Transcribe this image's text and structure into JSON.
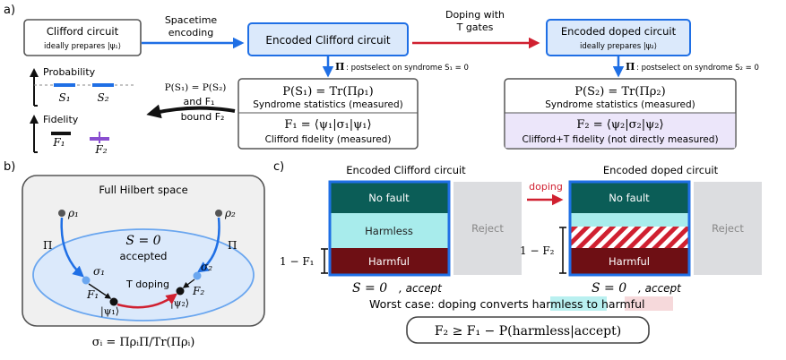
{
  "panel_a": {
    "label": "a)",
    "clifford_circuit": {
      "title": "Clifford circuit",
      "subtitle": "ideally prepares |ψ₁⟩"
    },
    "arrow_spacetime": {
      "line1": "Spacetime",
      "line2": "encoding"
    },
    "encoded_clifford": {
      "title": "Encoded Clifford circuit"
    },
    "arrow_doping": {
      "line1": "Doping with",
      "line2": "T gates"
    },
    "encoded_doped": {
      "title": "Encoded doped circuit",
      "subtitle": "ideally prepares |ψ₂⟩"
    },
    "postselect1": {
      "pi": "Π",
      "text": ": postselect on syndrome S₁ = 0"
    },
    "postselect2": {
      "pi": "Π",
      "text": ": postselect on syndrome S₂ = 0"
    },
    "box_left": {
      "eq1": "P(S₁) = Tr(Πρ₁)",
      "label1": "Syndrome statistics (measured)",
      "eq2": "F₁ = ⟨ψ₁|σ₁|ψ₁⟩",
      "label2": "Clifford fidelity (measured)"
    },
    "box_right": {
      "eq1": "P(S₂) = Tr(Πρ₂)",
      "label1": "Syndrome statistics (measured)",
      "eq2": "F₂ = ⟨ψ₂|σ₂|ψ₂⟩",
      "label2": "Clifford+T fidelity (not directly measured)"
    },
    "bound_text": {
      "line1": "P(S₁) = P(S₂)",
      "line2": "and  F₁",
      "line3": "bound F₂"
    },
    "mini": {
      "probability_label": "Probability",
      "s1": "S₁",
      "s2": "S₂",
      "fidelity_label": "Fidelity",
      "f1": "F₁",
      "f2": "F₂"
    }
  },
  "panel_b": {
    "label": "b)",
    "hilbert_title": "Full Hilbert space",
    "rho1": "ρ₁",
    "rho2": "ρ₂",
    "pi_left": "Π",
    "pi_right": "Π",
    "s_zero": "S = 0",
    "accepted": "accepted",
    "sigma1": "σ₁",
    "sigma2": "σ₂",
    "f1": "F₁",
    "f2": "F₂",
    "psi1": "|ψ₁⟩",
    "psi2": "|ψ₂⟩",
    "t_doping": "T doping",
    "formula": "σᵢ = ΠρᵢΠ/Tr(Πρᵢ)"
  },
  "panel_c": {
    "label": "c)",
    "left_title": "Encoded Clifford circuit",
    "right_title": "Encoded doped circuit",
    "no_fault": "No fault",
    "harmless": "Harmless",
    "harmful": "Harmful",
    "reject": "Reject",
    "doping": "doping",
    "one_minus_f1": "1 − F₁",
    "one_minus_f2": "1 − F₂",
    "accept_left": {
      "s": "S = 0",
      "word": ", accept"
    },
    "accept_right": {
      "s": "S = 0",
      "word": ", accept"
    },
    "worst_case": {
      "prefix": "Worst case: doping converts ",
      "harmless": "harmless",
      "to": " to ",
      "harmful": "harmful"
    },
    "bound_formula": "F₂ ≥ F₁ − P(harmless|accept)"
  },
  "colors": {
    "blue": "#1f6fe5",
    "red": "#d02030",
    "light_blue_box": "#dbe9fb",
    "teal": "#0b5d57",
    "cyan": "#a8ecec",
    "dark_red": "#6e0f14",
    "reject_gray": "#dcdde0",
    "purple": "#8a4fd0"
  }
}
